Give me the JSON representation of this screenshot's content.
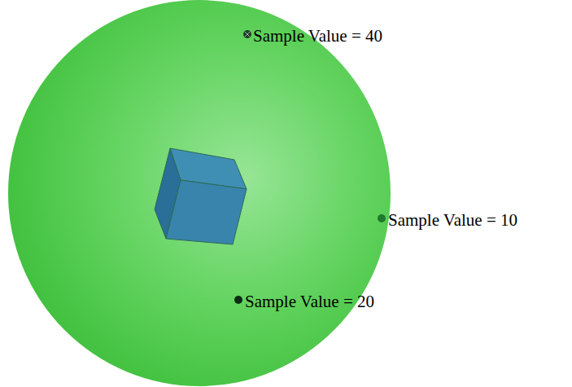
{
  "diagram": {
    "labels": [
      "Sample Value = 40",
      "Sample Value = 10",
      "Sample Value = 20"
    ]
  }
}
